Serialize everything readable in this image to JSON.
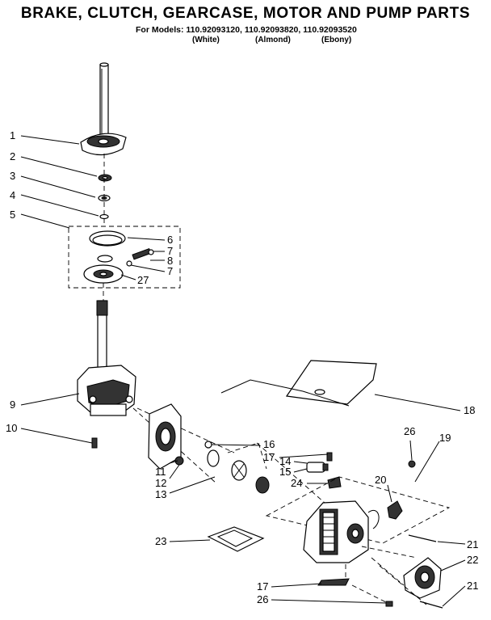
{
  "header": {
    "title": "BRAKE, CLUTCH, GEARCASE, MOTOR AND PUMP PARTS",
    "models_line": "For Models: 110.92093120, 110.92093820, 110.92093520",
    "variants": [
      "(White)",
      "(Almond)",
      "(Ebony)"
    ]
  },
  "callouts": [
    "1",
    "2",
    "3",
    "4",
    "5",
    "6",
    "7",
    "8",
    "7",
    "27",
    "9",
    "10",
    "11",
    "12",
    "13",
    "16",
    "17",
    "14",
    "15",
    "24",
    "26",
    "20",
    "19",
    "18",
    "23",
    "21",
    "22",
    "17",
    "26",
    "21"
  ]
}
